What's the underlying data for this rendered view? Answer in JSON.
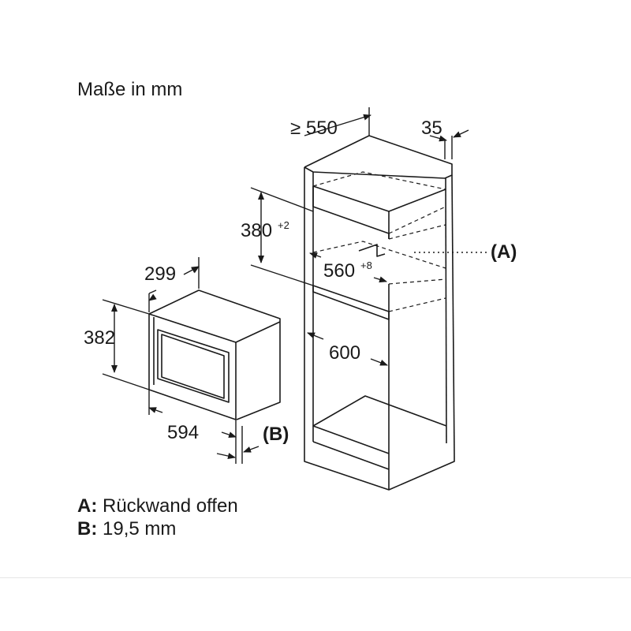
{
  "title": "Maße in mm",
  "dimensions": {
    "niche_depth": "≥ 550",
    "rear_gap": "35",
    "niche_height": "380",
    "niche_height_tolerance": "+2",
    "niche_width": "560",
    "niche_width_tolerance": "+8",
    "cabinet_width": "600",
    "appliance_depth": "299",
    "appliance_height": "382",
    "appliance_width": "594",
    "callout_a": "(A)",
    "callout_b": "(B)"
  },
  "legend": {
    "a_key": "A:",
    "a_text": "Rückwand offen",
    "b_key": "B:",
    "b_text": "19,5 mm"
  }
}
